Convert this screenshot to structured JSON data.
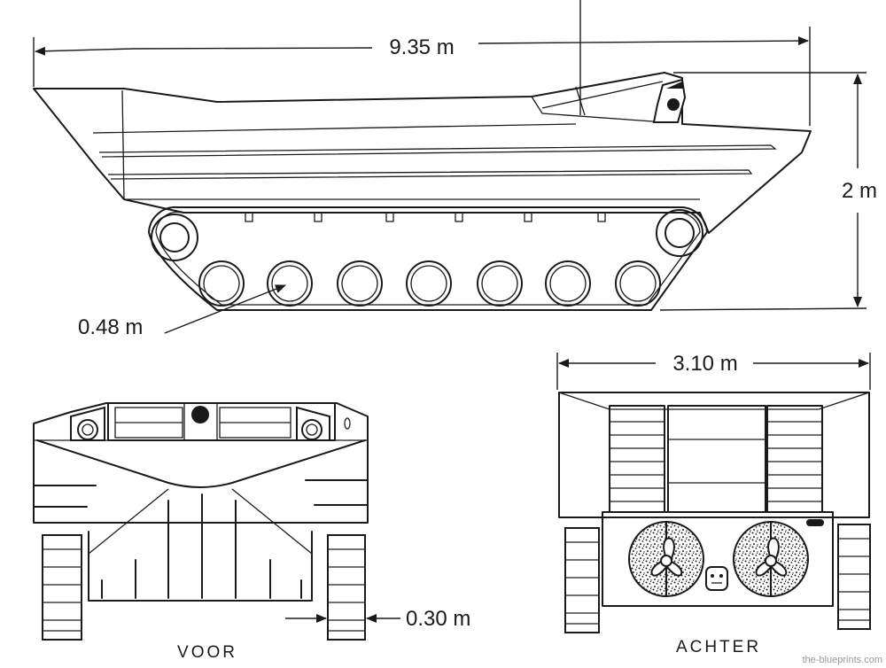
{
  "dimensions": {
    "length": "9.35 m",
    "height": "2 m",
    "wheel_diameter": "0.48 m",
    "width": "3.10 m",
    "track_width": "0.30 m"
  },
  "views": {
    "front": "VOOR",
    "rear": "ACHTER"
  },
  "watermark": "the-blueprints.com",
  "colors": {
    "line": "#1a1a1a",
    "background": "#ffffff",
    "watermark": "#9a9a9a"
  }
}
